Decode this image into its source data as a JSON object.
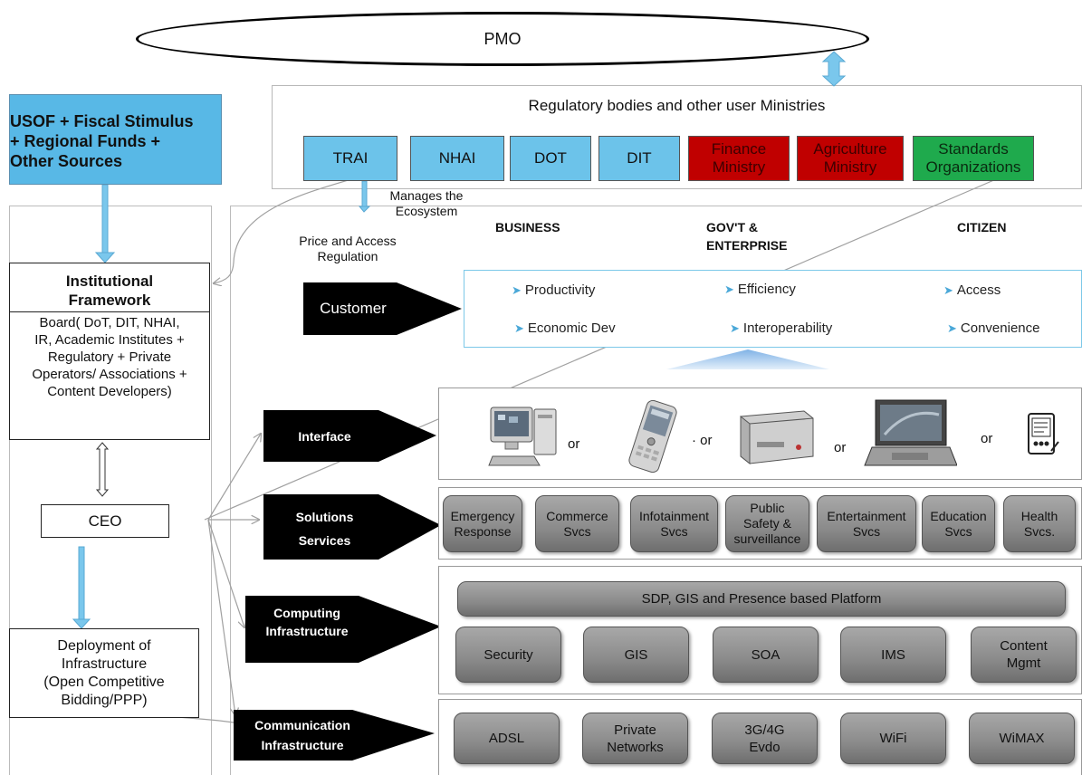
{
  "pmo": "PMO",
  "funding": [
    "USOF + Fiscal Stimulus",
    "+ Regional Funds +",
    "Other Sources"
  ],
  "regulatory": {
    "title": "Regulatory bodies and other user Ministries",
    "bodies": [
      "TRAI",
      "NHAI",
      "DOT",
      "DIT"
    ],
    "ministries": [
      [
        "Finance",
        "Ministry"
      ],
      [
        "Agriculture",
        "Ministry"
      ]
    ],
    "standards": [
      "Standards",
      "Organizations"
    ]
  },
  "notes": {
    "manages": [
      "Manages the",
      "Ecosystem"
    ],
    "price": [
      "Price and Access",
      "Regulation"
    ]
  },
  "institutional": {
    "title": [
      "Institutional",
      "Framework"
    ],
    "board": [
      "Board( DoT, DIT, NHAI,",
      "IR, Academic Institutes +",
      "Regulatory + Private",
      "Operators/ Associations +",
      "Content Developers)"
    ]
  },
  "ceo": "CEO",
  "deployment": [
    "Deployment of",
    "Infrastructure",
    "(Open Competitive",
    "Bidding/PPP)"
  ],
  "columns": {
    "business": "BUSINESS",
    "govt": [
      "GOV'T &",
      "ENTERPRISE"
    ],
    "citizen": "CITIZEN"
  },
  "layers": {
    "customer": "Customer",
    "interface": "Interface",
    "solutions": [
      "Solutions",
      "Services"
    ],
    "computing": [
      "Computing",
      "Infrastructure"
    ],
    "communication": [
      "Communication",
      "Infrastructure"
    ]
  },
  "benefits": [
    "Productivity",
    "Efficiency",
    "Access",
    "Economic Dev",
    "Interoperability",
    "Convenience"
  ],
  "devices": [
    "desktop-computer-icon",
    "mobile-phone-icon",
    "set-top-box-icon",
    "laptop-icon",
    "pda-icon"
  ],
  "or_labels": [
    "or",
    "· or",
    "or",
    "or"
  ],
  "services": [
    [
      "Emergency",
      "Response"
    ],
    [
      "Commerce",
      "Svcs"
    ],
    [
      "Infotainment",
      "Svcs"
    ],
    [
      "Public",
      "Safety &",
      "surveillance"
    ],
    [
      "Entertainment",
      "Svcs"
    ],
    [
      "Education",
      "Svcs"
    ],
    [
      "Health",
      "Svcs."
    ]
  ],
  "platform": "SDP, GIS and Presence based Platform",
  "computing_items": [
    [
      "Security"
    ],
    [
      "GIS"
    ],
    [
      "SOA"
    ],
    [
      "IMS"
    ],
    [
      "Content",
      "Mgmt"
    ]
  ],
  "communication_items": [
    [
      "ADSL"
    ],
    [
      "Private",
      "Networks"
    ],
    [
      "3G/4G",
      "Evdo"
    ],
    [
      "WiFi"
    ],
    [
      "WiMAX"
    ]
  ],
  "colors": {
    "blue": "#6cc3ea",
    "arrow_blue": "#7ac7ec",
    "red": "#c00000",
    "green": "#1faa4d",
    "gray_button": "#8a8a8a",
    "customer_border": "#7cc8e8"
  }
}
